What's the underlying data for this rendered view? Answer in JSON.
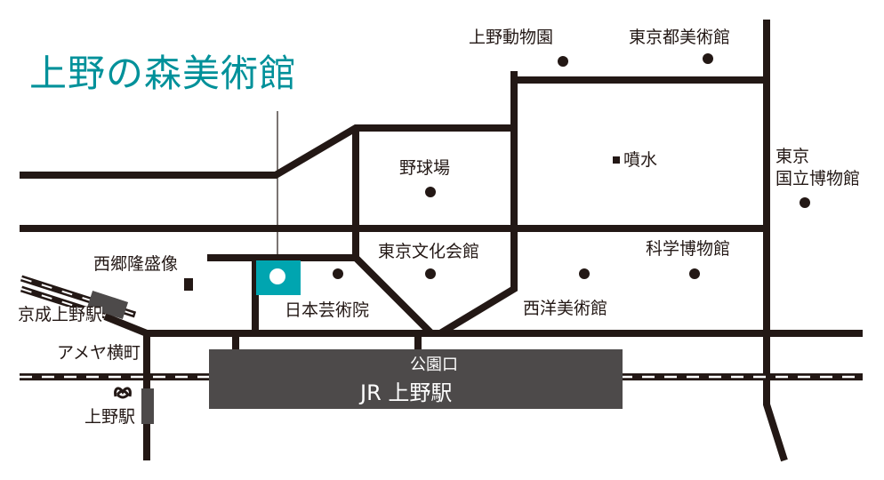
{
  "title": "上野の森美術館",
  "colors": {
    "accent": "#00a5b0",
    "title": "#00919a",
    "road": "#231815",
    "station": "#4d4a4a"
  },
  "landmarks": {
    "zoo": "上野動物園",
    "tobikan": "東京都美術館",
    "stadium": "野球場",
    "fountain": "噴水",
    "national_museum": [
      "東京",
      "国立博物館"
    ],
    "saigo": "西郷隆盛像",
    "bunka_kaikan": "東京文化会館",
    "science_museum": "科学博物館",
    "geijutsuin": "日本芸術院",
    "western_art": "西洋美術館",
    "keisei": "京成上野駅",
    "ameyoko": "アメヤ横町",
    "metro_ueno": "上野駅"
  },
  "station": {
    "exit": "公園口",
    "name": "JR 上野駅"
  },
  "icons": {
    "metro": "tokyo-metro-logo-icon"
  }
}
